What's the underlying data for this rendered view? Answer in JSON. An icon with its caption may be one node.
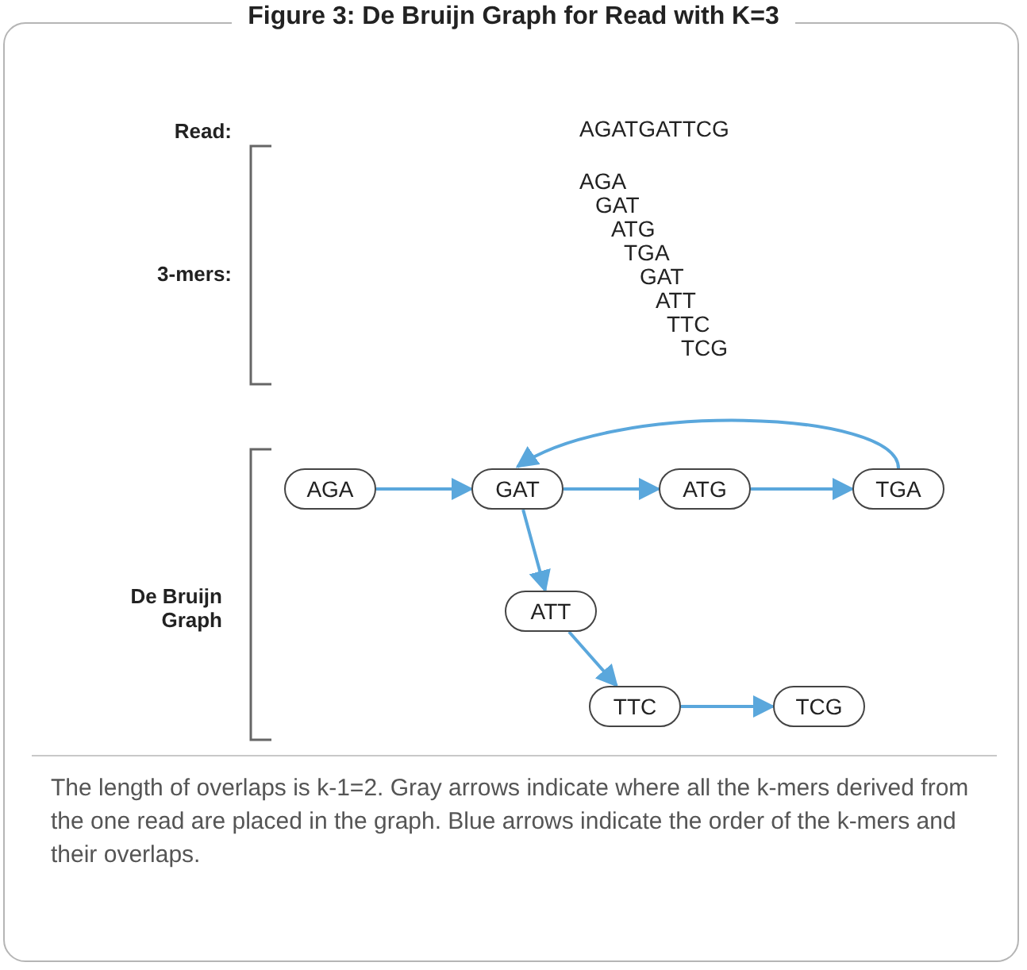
{
  "diagram": {
    "title": "Figure 3: De Bruijn Graph for Read with K=3",
    "caption": "The length of overlaps is k-1=2. Gray arrows indicate where all the k-mers derived from the one read are placed in the graph. Blue arrows indicate the order of the k-mers and their overlaps.",
    "nodes": [
      {
        "text": [
          "AGA"
        ]
      },
      {
        "text": [
          "GAT"
        ]
      },
      {
        "text": [
          "ATG"
        ]
      },
      {
        "text": [
          "TGA"
        ]
      },
      {
        "text": [
          "ATT"
        ]
      },
      {
        "text": [
          "TTC"
        ]
      },
      {
        "text": [
          "TCG"
        ]
      }
    ],
    "edges": [
      {
        "from": 0,
        "to": 1,
        "arrow": "to"
      },
      {
        "from": 1,
        "to": 2,
        "arrow": "to"
      },
      {
        "from": 2,
        "to": 3,
        "arrow": "to"
      },
      {
        "from": 3,
        "to": 1,
        "arrow": "to"
      },
      {
        "from": 1,
        "to": 4,
        "arrow": "to"
      },
      {
        "from": 4,
        "to": 5,
        "arrow": "to"
      },
      {
        "from": 5,
        "to": 6,
        "arrow": "to"
      }
    ],
    "labels": [
      "Read:",
      "AGATGATTCG",
      "3-mers:",
      "AGA",
      "GAT",
      "ATG",
      "TGA",
      "GAT",
      "ATT",
      "TTC",
      "TCG",
      "De Bruijn Graph"
    ]
  }
}
